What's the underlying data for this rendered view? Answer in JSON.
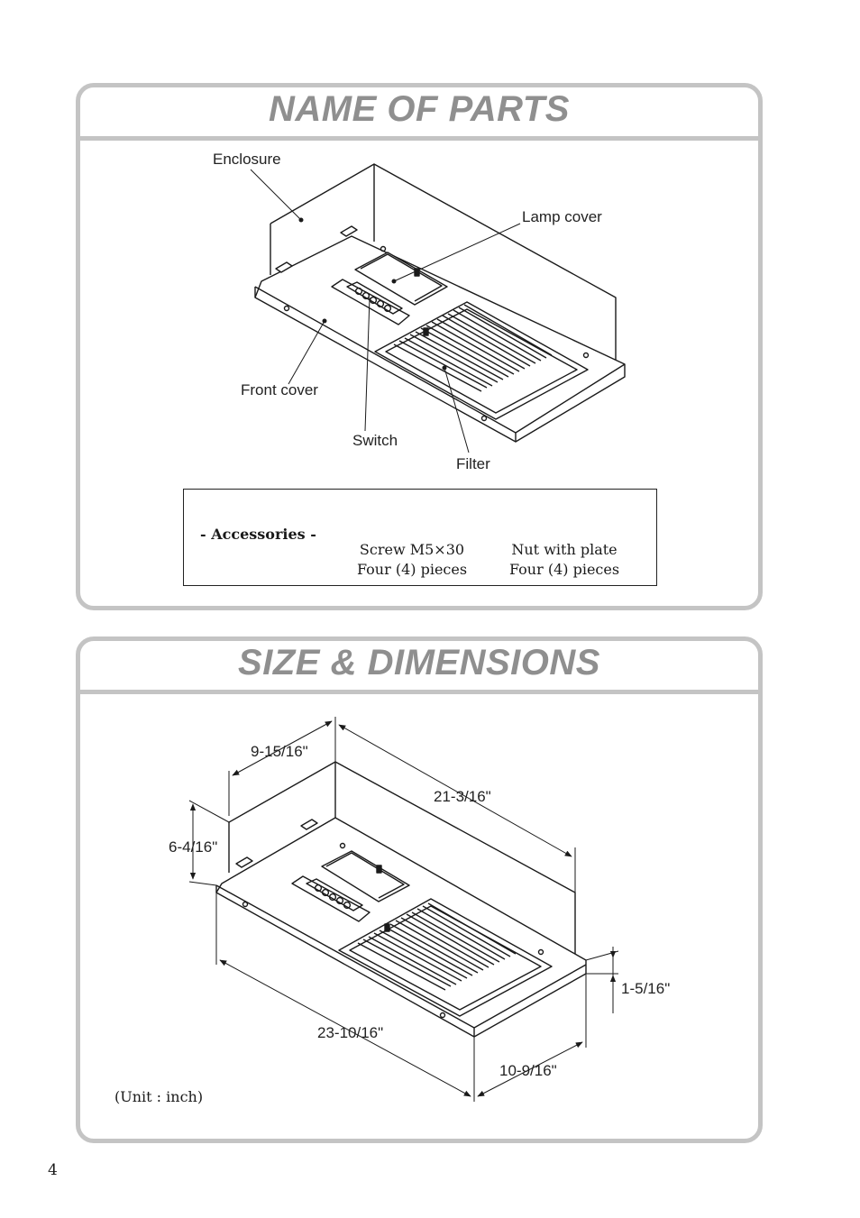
{
  "parts_section": {
    "title": "NAME OF PARTS",
    "labels": {
      "enclosure": "Enclosure",
      "lamp_cover": "Lamp cover",
      "front_cover": "Front cover",
      "switch": "Switch",
      "filter": "Filter"
    },
    "accessories": {
      "title": "- Accessories -",
      "items": [
        {
          "name": "Screw M5×30",
          "qty": "Four (4) pieces",
          "icon": "screw-icon"
        },
        {
          "name": "Nut with plate",
          "qty": "Four (4) pieces",
          "icon": "nut-plate-icon"
        }
      ]
    }
  },
  "dimensions_section": {
    "title": "SIZE & DIMENSIONS",
    "dims": {
      "depth_top": "9-15/16\"",
      "length_top": "21-3/16\"",
      "height": "6-4/16\"",
      "front_thickness": "1-5/16\"",
      "length_bottom": "23-10/16\"",
      "width_bottom": "10-9/16\""
    },
    "unit_note": "(Unit : inch)"
  },
  "page_number": "4",
  "colors": {
    "frame": "#c4c4c4",
    "title": "#8f8f8f",
    "ink": "#1a1a1a"
  }
}
